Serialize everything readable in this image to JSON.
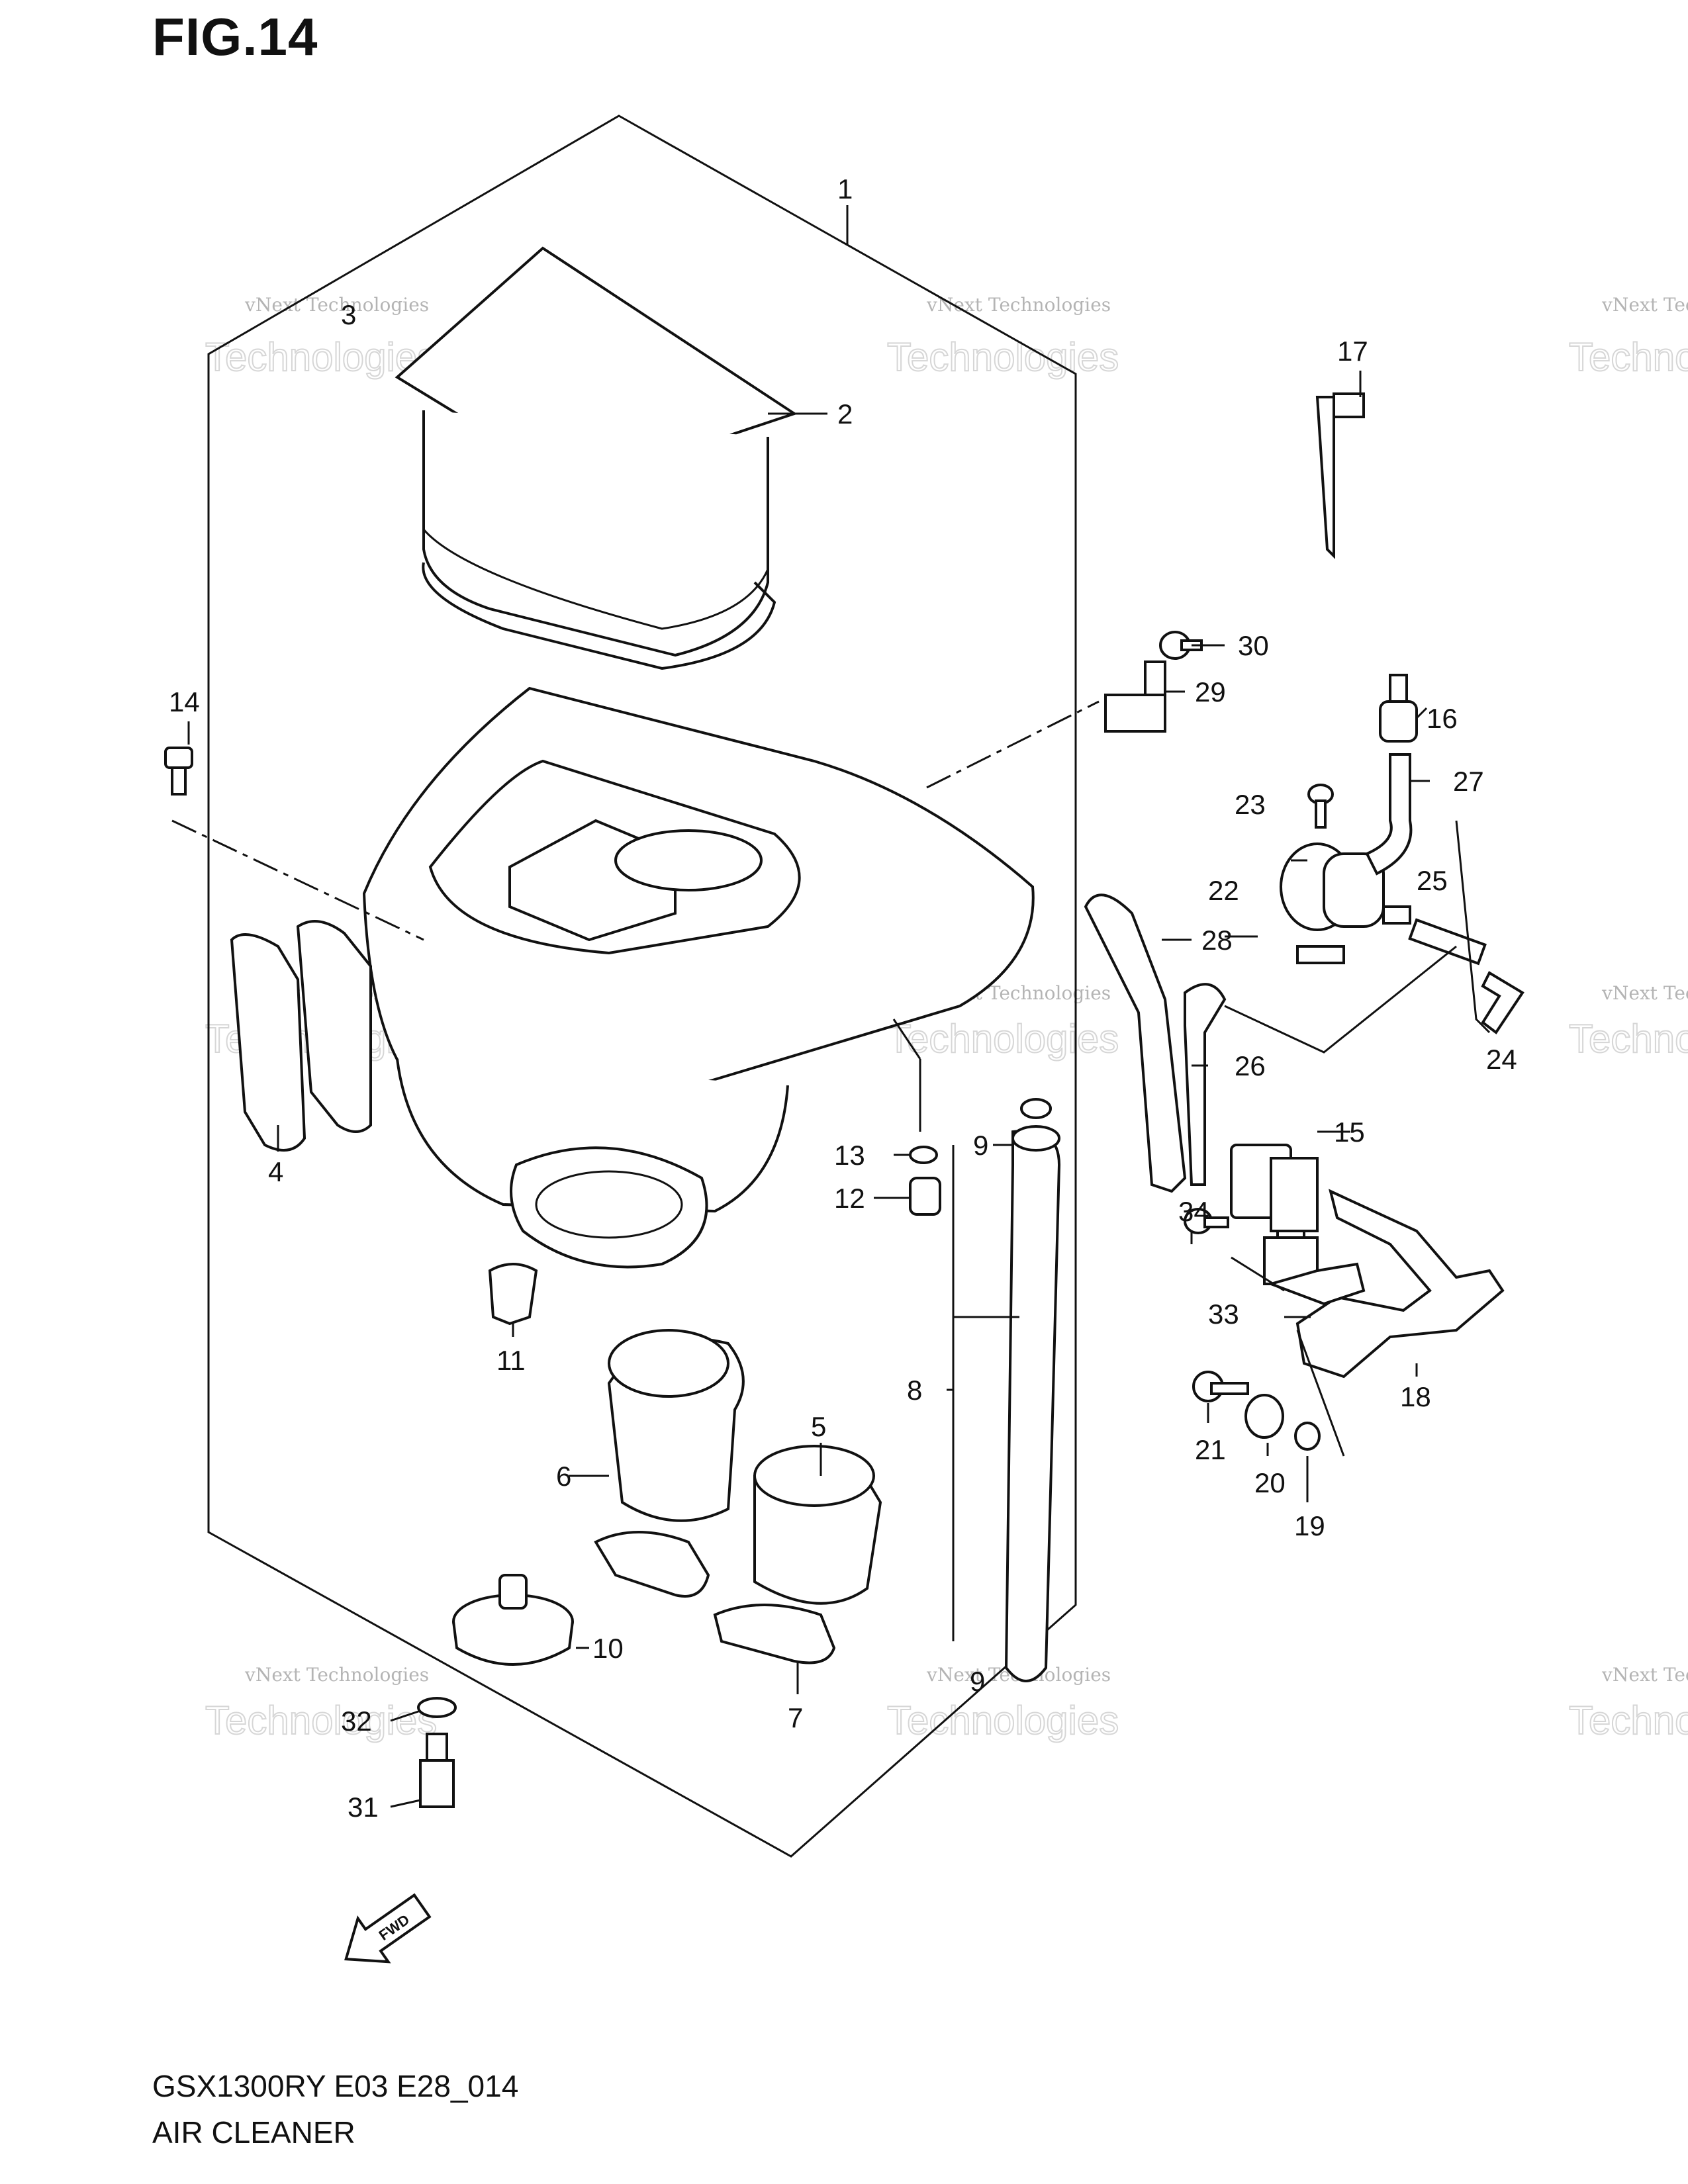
{
  "figure": {
    "title": "FIG.14",
    "model_code": "GSX1300RY E03 E28_014",
    "name": "AIR CLEANER"
  },
  "watermark": {
    "line1": "vNext Technologies",
    "line2": "Technologies",
    "line3": "vNext"
  },
  "fwd_label": "FWD",
  "callouts": [
    {
      "id": "c1",
      "label": "1"
    },
    {
      "id": "c2",
      "label": "2"
    },
    {
      "id": "c3",
      "label": "3"
    },
    {
      "id": "c4",
      "label": "4"
    },
    {
      "id": "c5",
      "label": "5"
    },
    {
      "id": "c6",
      "label": "6"
    },
    {
      "id": "c7",
      "label": "7"
    },
    {
      "id": "c8",
      "label": "8"
    },
    {
      "id": "c9a",
      "label": "9"
    },
    {
      "id": "c9b",
      "label": "9"
    },
    {
      "id": "c10",
      "label": "10"
    },
    {
      "id": "c11",
      "label": "11"
    },
    {
      "id": "c12",
      "label": "12"
    },
    {
      "id": "c13",
      "label": "13"
    },
    {
      "id": "c14",
      "label": "14"
    },
    {
      "id": "c15",
      "label": "15"
    },
    {
      "id": "c16",
      "label": "16"
    },
    {
      "id": "c17",
      "label": "17"
    },
    {
      "id": "c18",
      "label": "18"
    },
    {
      "id": "c19",
      "label": "19"
    },
    {
      "id": "c20",
      "label": "20"
    },
    {
      "id": "c21",
      "label": "21"
    },
    {
      "id": "c22",
      "label": "22"
    },
    {
      "id": "c23",
      "label": "23"
    },
    {
      "id": "c24",
      "label": "24"
    },
    {
      "id": "c25",
      "label": "25"
    },
    {
      "id": "c26",
      "label": "26"
    },
    {
      "id": "c27",
      "label": "27"
    },
    {
      "id": "c28",
      "label": "28"
    },
    {
      "id": "c29",
      "label": "29"
    },
    {
      "id": "c30",
      "label": "30"
    },
    {
      "id": "c31",
      "label": "31"
    },
    {
      "id": "c32",
      "label": "32"
    },
    {
      "id": "c33",
      "label": "33"
    },
    {
      "id": "c34",
      "label": "34"
    }
  ]
}
